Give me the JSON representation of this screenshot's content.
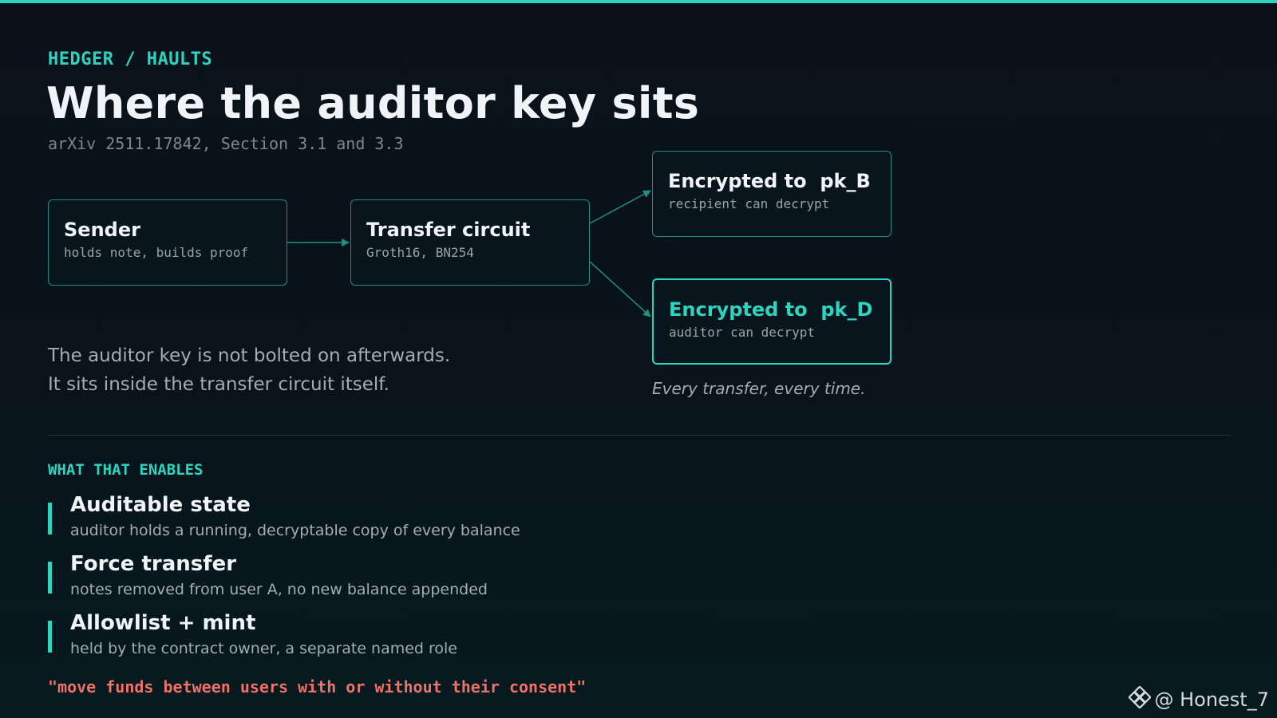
{
  "header": {
    "kicker": "HEDGER / HAULTS",
    "title": "Where the auditor key sits",
    "subtitle": "arXiv 2511.17842, Section 3.1 and 3.3"
  },
  "diagram": {
    "nodes": [
      {
        "id": "sender",
        "title": "Sender",
        "subtitle": "holds note, builds proof"
      },
      {
        "id": "circuit",
        "title": "Transfer circuit",
        "subtitle": "Groth16, BN254"
      },
      {
        "id": "pk_b",
        "title": "Encrypted to  pk_B",
        "subtitle": "recipient can decrypt"
      },
      {
        "id": "pk_d",
        "title": "Encrypted to  pk_D",
        "subtitle": "auditor can decrypt",
        "highlight": true
      }
    ],
    "edges": [
      {
        "from": "sender",
        "to": "circuit"
      },
      {
        "from": "circuit",
        "to": "pk_b"
      },
      {
        "from": "circuit",
        "to": "pk_d"
      }
    ],
    "caption": "Every transfer, every time."
  },
  "body": {
    "line1": "The auditor key is not bolted on afterwards.",
    "line2": "It sits inside the transfer circuit itself."
  },
  "enables": {
    "label": "WHAT THAT ENABLES",
    "items": [
      {
        "title": "Auditable state",
        "desc": "auditor holds a running, decryptable copy of every balance"
      },
      {
        "title": "Force transfer",
        "desc": "notes removed from user A, no new balance appended"
      },
      {
        "title": "Allowlist + mint",
        "desc": "held by the contract owner, a separate named role"
      }
    ]
  },
  "quote": "\"move funds between users with or without their consent\"",
  "watermark": {
    "text": "@ Honest_7",
    "icon": "binance-logo-icon"
  },
  "colors": {
    "background": "#0a111a",
    "accent": "#2dd4bf",
    "node_border": "#1f8f82",
    "quote": "#f07167",
    "muted_text": "#a3adb4"
  }
}
